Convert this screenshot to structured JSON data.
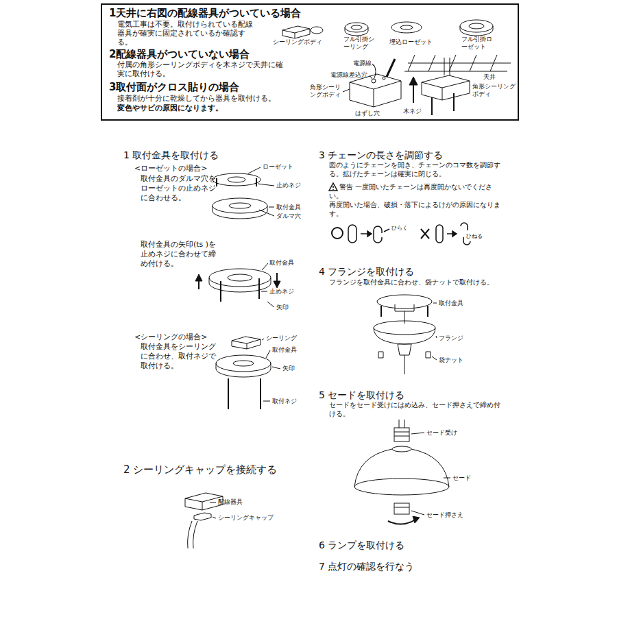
{
  "diagram": {
    "nodes": [
      {
        "text": [
          "1天井に右図の配線器具がついている場合",
          "電気工事は不要。取付けられている配線器具が確実に固定されているか確認する。",
          "2配線器具がついていない場合",
          "付属の角形シーリングボディを木ネジで天井に確実に取付ける。",
          "3取付面がクロス貼りの場合",
          "接着剤が十分に乾燥してから器具を取付ける。",
          "変色やサビの原因になります。"
        ]
      }
    ],
    "labels": [
      "シーリングボディ",
      "フル引掛シーリング",
      "埋込ローゼット",
      "フル引掛ローゼット",
      "電源線",
      "電源線差込穴",
      "角形シーリングボディ",
      "はずし穴",
      "天井",
      "角形シーリングボディ",
      "木ネジ",
      "1 取付金具を取付ける",
      "<ローゼットの場合>",
      "取付金具のダルマ穴をローゼットの止めネジに合わせる。",
      "ローゼット",
      "止めネジ",
      "取付金具",
      "ダルマ穴",
      "取付金具の矢印(ts )を止めネジに合わせて締め付ける。",
      "取付金具",
      "止めネジ",
      "矢印",
      "<シーリングの場合>",
      "取付金具をシーリングに合わせ、取付ネジで取付ける。",
      "シーリング",
      "取付金具",
      "矢印",
      "取付ネジ",
      "2 シーリングキャップを接続する",
      "配線器具",
      "シーリングキャップ",
      "3 チェーンの長さを調節する",
      "図のようにチェーンを開き、チェーンのコマ数を調節する。拡げたチェーンは確実に閉じる。",
      "警告 一度開いたチェーンは再度開かないでください。",
      "再度開いた場合、破損・落下によるけがの原因になります。",
      "ひらく",
      "ひねる",
      "4 フランジを取付ける",
      "フランジを取付金具に合わせ、袋ナットで取付ける。",
      "取付金具",
      "フランジ",
      "袋ナット",
      "5 セードを取付ける",
      "セードをセード受けにはめ込み、セード押さえで締め付ける。",
      "セード受け",
      "セード",
      "セード押さえ",
      "6 ランプを取付ける",
      "7 点灯の確認を行なう"
    ]
  }
}
